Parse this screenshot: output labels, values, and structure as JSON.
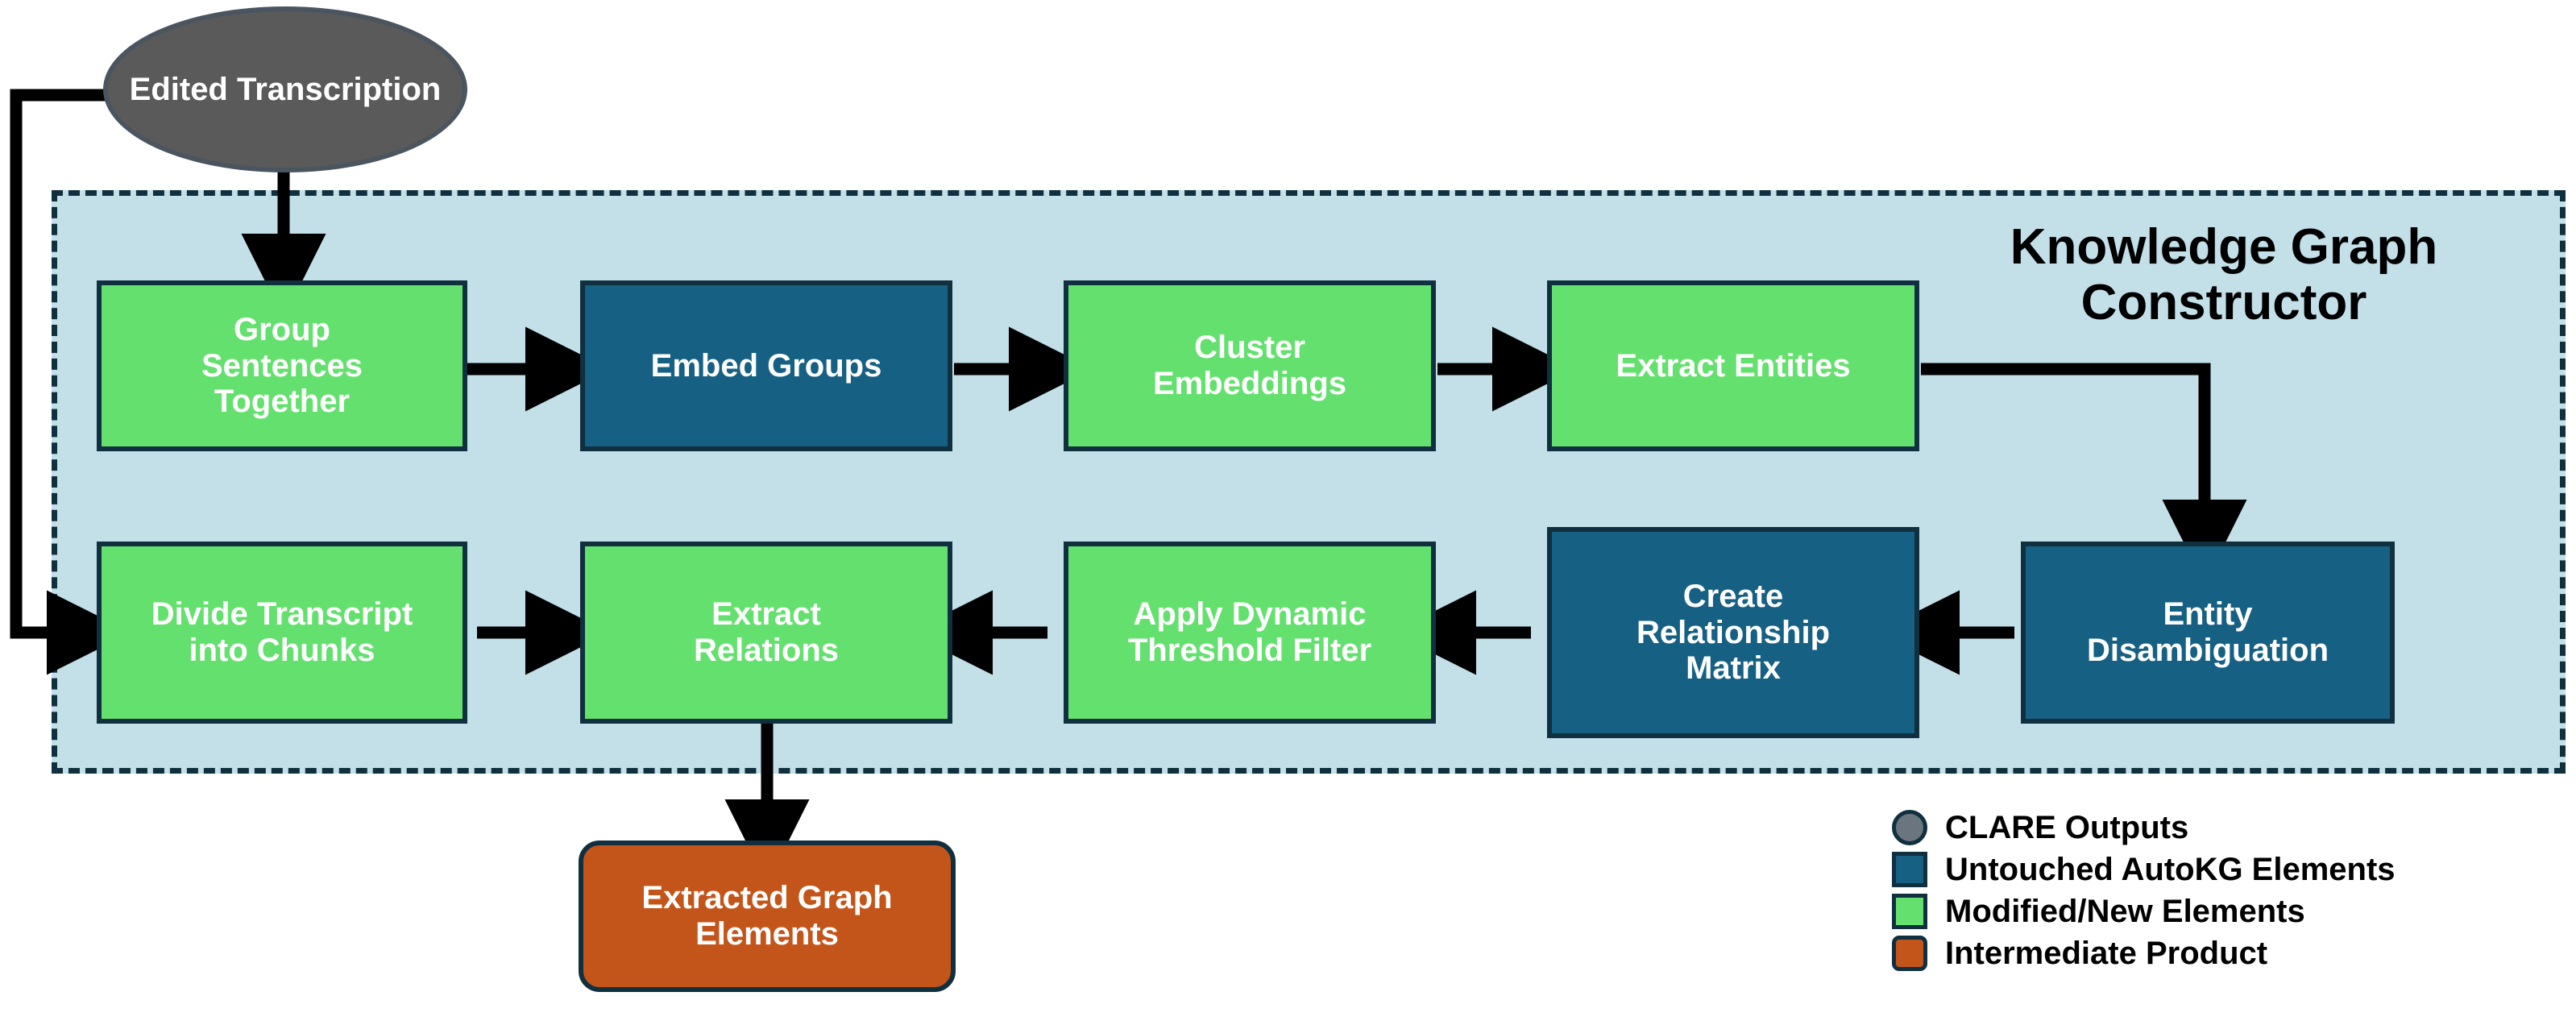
{
  "diagram": {
    "title": "Knowledge Graph Constructor",
    "container_label": "Knowledge Graph Constructor"
  },
  "colors": {
    "clare_output": "#5a5a5a",
    "untouched_autokg": "#166083",
    "modified_new": "#64e06e",
    "intermediate_product": "#c4551a",
    "container_fill": "#c3dfe8",
    "stroke": "#11303f",
    "arrow": "#000000"
  },
  "nodes": {
    "edited_transcription": "Edited\nTranscription",
    "group_sentences_together": "Group\nSentences\nTogether",
    "embed_groups": "Embed Groups",
    "cluster_embeddings": "Cluster\nEmbeddings",
    "extract_entities": "Extract Entities",
    "entity_disambiguation": "Entity\nDisambiguation",
    "create_relationship_matrix": "Create\nRelationship\nMatrix",
    "apply_dynamic_threshold_filter": "Apply Dynamic\nThreshold Filter",
    "extract_relations": "Extract\nRelations",
    "divide_transcript_into_chunks": "Divide Transcript\ninto Chunks",
    "extracted_graph_elements": "Extracted Graph\nElements"
  },
  "legend": {
    "items": [
      {
        "shape": "circle",
        "color": "#6b7580",
        "label": "CLARE Outputs"
      },
      {
        "shape": "square",
        "color": "#166083",
        "label": "Untouched AutoKG Elements"
      },
      {
        "shape": "square",
        "color": "#64e06e",
        "label": "Modified/New Elements"
      },
      {
        "shape": "rounded",
        "color": "#c4551a",
        "label": "Intermediate Product"
      }
    ]
  },
  "edges": [
    {
      "from": "edited_transcription",
      "to": "group_sentences_together",
      "kind": "down-arrow"
    },
    {
      "from": "edited_transcription",
      "to": "divide_transcript_into_chunks",
      "kind": "left-loop-arrow"
    },
    {
      "from": "group_sentences_together",
      "to": "embed_groups",
      "kind": "right-arrow"
    },
    {
      "from": "embed_groups",
      "to": "cluster_embeddings",
      "kind": "right-arrow"
    },
    {
      "from": "cluster_embeddings",
      "to": "extract_entities",
      "kind": "right-arrow"
    },
    {
      "from": "extract_entities",
      "to": "entity_disambiguation",
      "kind": "elbow-down-arrow"
    },
    {
      "from": "entity_disambiguation",
      "to": "create_relationship_matrix",
      "kind": "left-arrow"
    },
    {
      "from": "create_relationship_matrix",
      "to": "apply_dynamic_threshold_filter",
      "kind": "left-arrow"
    },
    {
      "from": "apply_dynamic_threshold_filter",
      "to": "extract_relations",
      "kind": "left-arrow"
    },
    {
      "from": "divide_transcript_into_chunks",
      "to": "extract_relations",
      "kind": "right-arrow"
    },
    {
      "from": "extract_relations",
      "to": "extracted_graph_elements",
      "kind": "down-arrow"
    }
  ]
}
